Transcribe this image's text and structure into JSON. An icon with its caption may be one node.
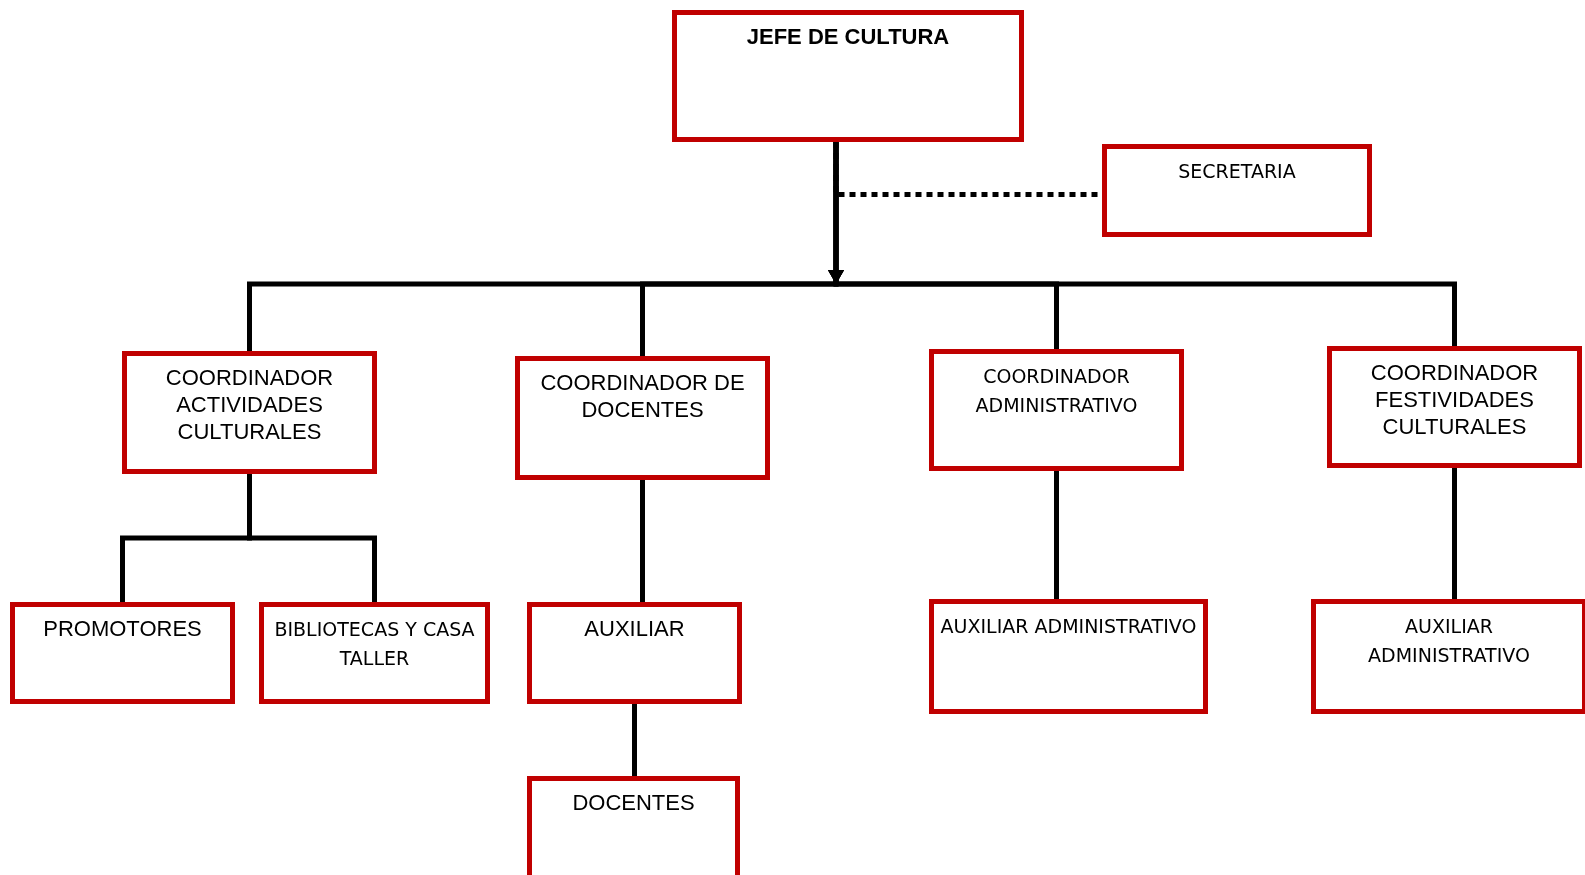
{
  "diagram": {
    "nodes": [
      {
        "text": [
          "JEFE DE CULTURA"
        ]
      },
      {
        "text": [
          "SECRETARIA"
        ]
      },
      {
        "text": [
          "COORDINADOR ACTIVIDADES CULTURALES"
        ]
      },
      {
        "text": [
          "COORDINADOR DE DOCENTES"
        ]
      },
      {
        "text": [
          "COORDINADOR ADMINISTRATIVO"
        ]
      },
      {
        "text": [
          "COORDINADOR FESTIVIDADES CULTURALES"
        ]
      },
      {
        "text": [
          "PROMOTORES"
        ]
      },
      {
        "text": [
          "BIBLIOTECAS Y CASA TALLER"
        ]
      },
      {
        "text": [
          "AUXILIAR"
        ]
      },
      {
        "text": [
          "DOCENTES"
        ]
      },
      {
        "text": [
          "AUXILIAR ADMINISTRATIVO"
        ]
      },
      {
        "text": [
          "AUXILIAR ADMINISTRATIVO"
        ]
      }
    ],
    "edges": [
      {
        "from": 0,
        "to": 2,
        "arrow": "to"
      },
      {
        "from": 0,
        "to": 3,
        "arrow": "to"
      },
      {
        "from": 0,
        "to": 4,
        "arrow": "to"
      },
      {
        "from": 0,
        "to": 5,
        "arrow": "to"
      },
      {
        "from": 0,
        "to": 1,
        "arrow": "none",
        "style": "dashed"
      },
      {
        "from": 2,
        "to": 6,
        "arrow": "none"
      },
      {
        "from": 2,
        "to": 7,
        "arrow": "none"
      },
      {
        "from": 3,
        "to": 8,
        "arrow": "none"
      },
      {
        "from": 8,
        "to": 9,
        "arrow": "none"
      },
      {
        "from": 4,
        "to": 10,
        "arrow": "none"
      },
      {
        "from": 5,
        "to": 11,
        "arrow": "none"
      }
    ]
  }
}
